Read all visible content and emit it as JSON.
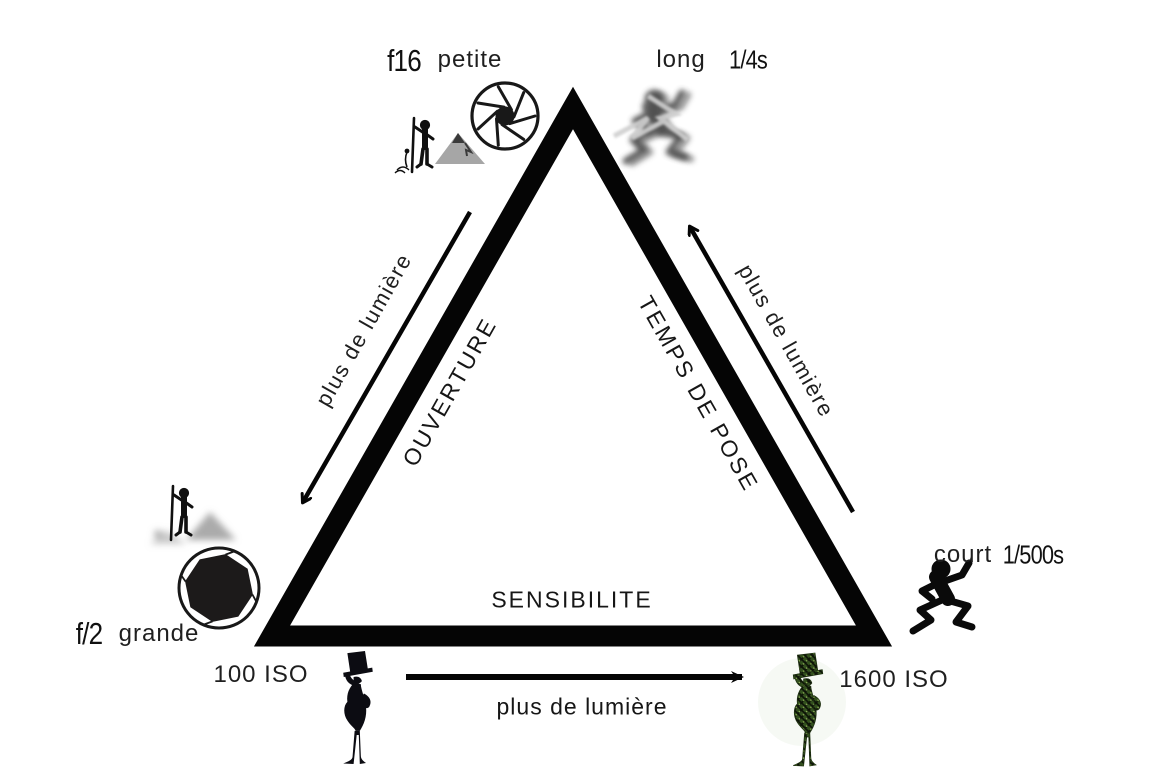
{
  "triangle": {
    "left_side_label": "OUVERTURE",
    "right_side_label": "TEMPS DE POSE",
    "bottom_side_label": "SENSIBILITE"
  },
  "arrows": {
    "left_label": "plus de lumière",
    "right_label": "plus de lumière",
    "bottom_label": "plus de lumière"
  },
  "aperture": {
    "small": {
      "fstop": "f16",
      "desc": "petite"
    },
    "large": {
      "fstop": "f/2",
      "desc": "grande"
    }
  },
  "shutter": {
    "long": {
      "desc": "long",
      "value": "1/4s"
    },
    "short": {
      "desc": "court",
      "value": "1/500s"
    }
  },
  "iso": {
    "low": "100 ISO",
    "high": "1600 ISO"
  },
  "icons": {
    "top_left": "aperture-closed-icon",
    "bottom_left": "aperture-open-icon",
    "top_left_scene": "hiker-deep-focus-icon",
    "mid_left_scene": "hiker-blurred-background-icon",
    "top_right": "runner-motion-blur-icon",
    "bottom_right": "runner-sharp-icon",
    "iso_low": "clean-silhouette-icon",
    "iso_high": "noisy-silhouette-icon"
  },
  "colors": {
    "ink": "#0a0a0a",
    "gray_mountain": "#a6a6a6",
    "noise_green": "#33511e"
  }
}
